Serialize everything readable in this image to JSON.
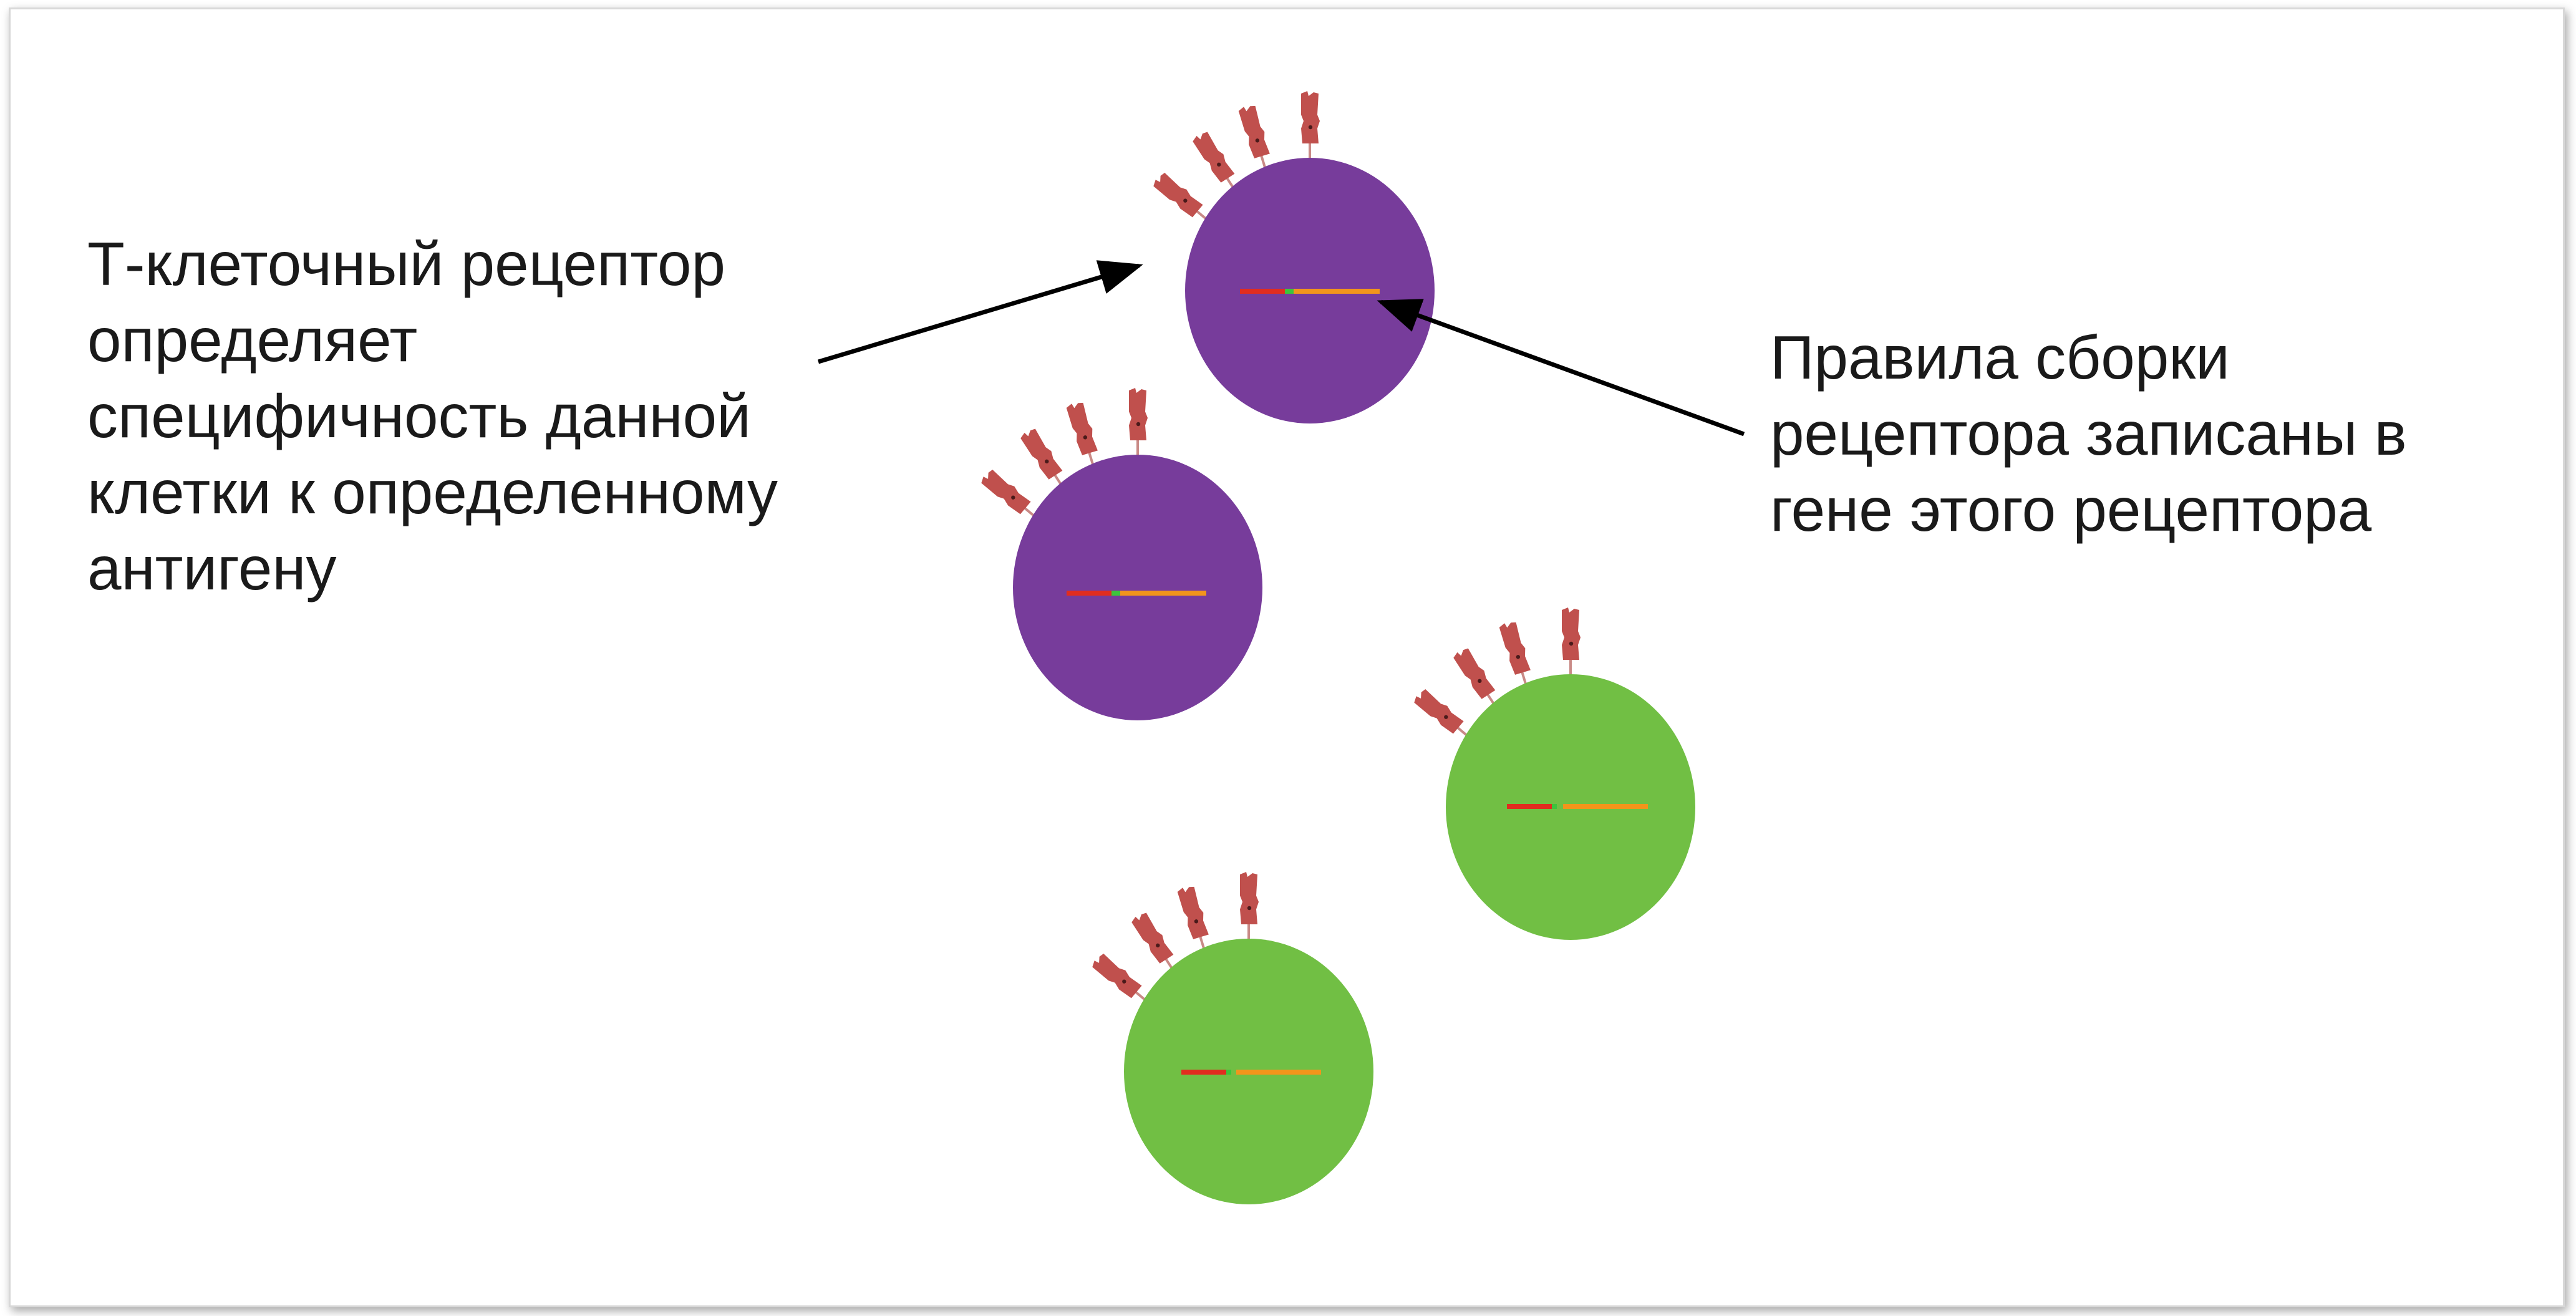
{
  "captions": {
    "tcr_specificity": "Т-клеточный рецептор определяет специфичность данной клетки к определенному антигену",
    "assembly_rules": "Правила сборки рецептора записаны в гене этого рецептора"
  },
  "colors": {
    "purple_cell": "#773c9b",
    "green_cell": "#71bf44",
    "receptor": "#c0504d",
    "gene_red": "#e12d1f",
    "gene_green": "#3cc43c",
    "gene_orange": "#f2951b",
    "arrow": "#000000"
  },
  "icons": {
    "receptor": "t-cell-receptor-icon",
    "cell": "cell-circle",
    "gene": "gene-segment-bar"
  }
}
